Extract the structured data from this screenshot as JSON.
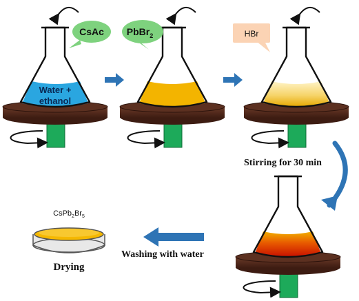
{
  "labels": {
    "csac": "CsAc",
    "pbbr2_main": "PbBr",
    "pbbr2_sub": "2",
    "hbr": "HBr",
    "flask1_line1": "Water +",
    "flask1_line2": "ethanol",
    "stirring": "Stirring for 30 min",
    "washing": "Washing with water",
    "drying": "Drying",
    "product_cs": "CsPb",
    "product_sub1": "2",
    "product_br": "Br",
    "product_sub2": "5"
  },
  "colors": {
    "water_ethanol": "#2aa6e0",
    "pbbr2_solution": "#f3b400",
    "hbr_solution": "#f0c040",
    "product_top": "#e8a000",
    "product_mid": "#e03a00",
    "product_bottom": "#c01400",
    "stirrer_plate": "#4a2418",
    "stirrer_shaft": "#1daa5a",
    "bubble_green": "#7ed27e",
    "bubble_peach": "#fbd3b4",
    "arrow_blue": "#2e74b5",
    "dish_fill": "#f5b800"
  }
}
